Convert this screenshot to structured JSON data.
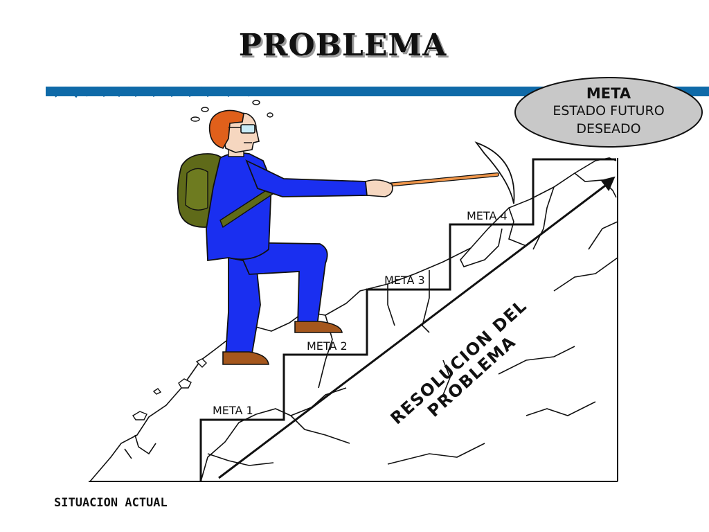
{
  "title": "PROBLEMA",
  "goal": {
    "heading": "META",
    "line1": "ESTADO FUTURO",
    "line2": "DESEADO"
  },
  "steps": [
    "META 1",
    "META 2",
    "META 3",
    "META 4"
  ],
  "resolution_label": "RESOLUCION DEL PROBLEMA",
  "current_state": "SITUACION ACTUAL",
  "colors": {
    "banner": "#0f6aa8",
    "suit": "#1a2ff0",
    "backpack": "#5f6a19",
    "hair": "#e0601b",
    "ellipse": "#c8c8c8",
    "pick_handle": "#f0964a",
    "shoe": "#a5571d"
  }
}
